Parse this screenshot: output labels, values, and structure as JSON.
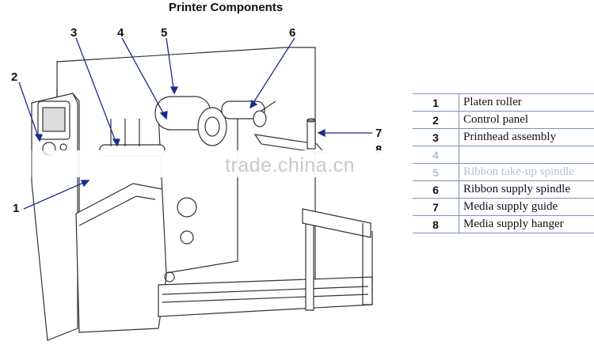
{
  "title": "Printer Components",
  "callouts": [
    "1",
    "2",
    "3",
    "4",
    "5",
    "6",
    "7",
    "8"
  ],
  "legend": [
    {
      "num": "1",
      "label": "Platen roller"
    },
    {
      "num": "2",
      "label": "Control panel"
    },
    {
      "num": "3",
      "label": "Printhead assembly"
    },
    {
      "num": "4",
      "label": ""
    },
    {
      "num": "5",
      "label": "Ribbon take-up spindle"
    },
    {
      "num": "6",
      "label": "Ribbon supply spindle"
    },
    {
      "num": "7",
      "label": "Media supply guide"
    },
    {
      "num": "8",
      "label": "Media supply hanger"
    }
  ],
  "watermark": "trade.china.cn",
  "colors": {
    "callout_arrow": "#1c2b8c",
    "line_art": "#333333",
    "table_rule": "#7a94b8"
  }
}
